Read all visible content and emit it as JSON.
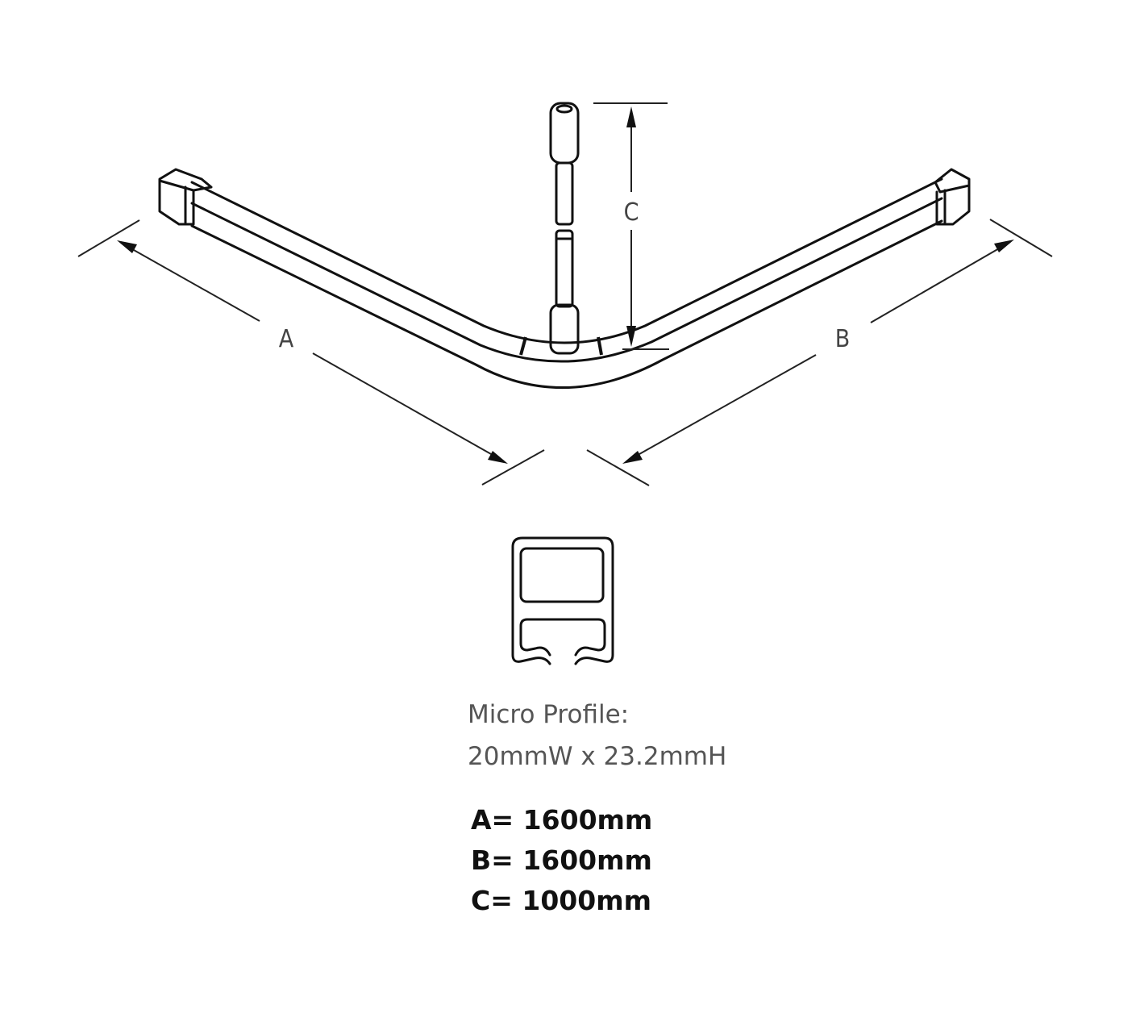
{
  "diagram": {
    "labels": {
      "a": "A",
      "b": "B",
      "c": "C"
    },
    "profile": {
      "title": "Micro Profile:",
      "size": "20mmW x 23.2mmH"
    },
    "dimensions": [
      "A= 1600mm",
      "B= 1600mm",
      "C= 1000mm"
    ],
    "colors": {
      "line": "#111111",
      "profile_text": "#555555"
    }
  }
}
